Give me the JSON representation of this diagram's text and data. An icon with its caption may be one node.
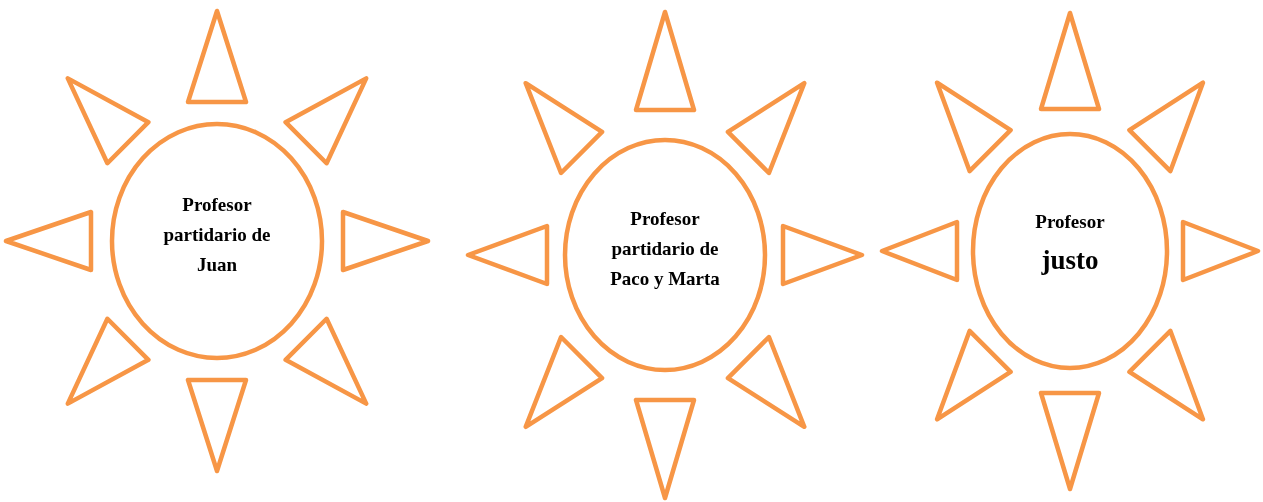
{
  "diagram": {
    "nodes": [
      {
        "text": [
          "Profesor partidario de Juan"
        ]
      },
      {
        "text": [
          "Profesor partidario de Paco y Marta"
        ]
      },
      {
        "text": [
          "Profesor",
          "justo"
        ]
      }
    ]
  }
}
